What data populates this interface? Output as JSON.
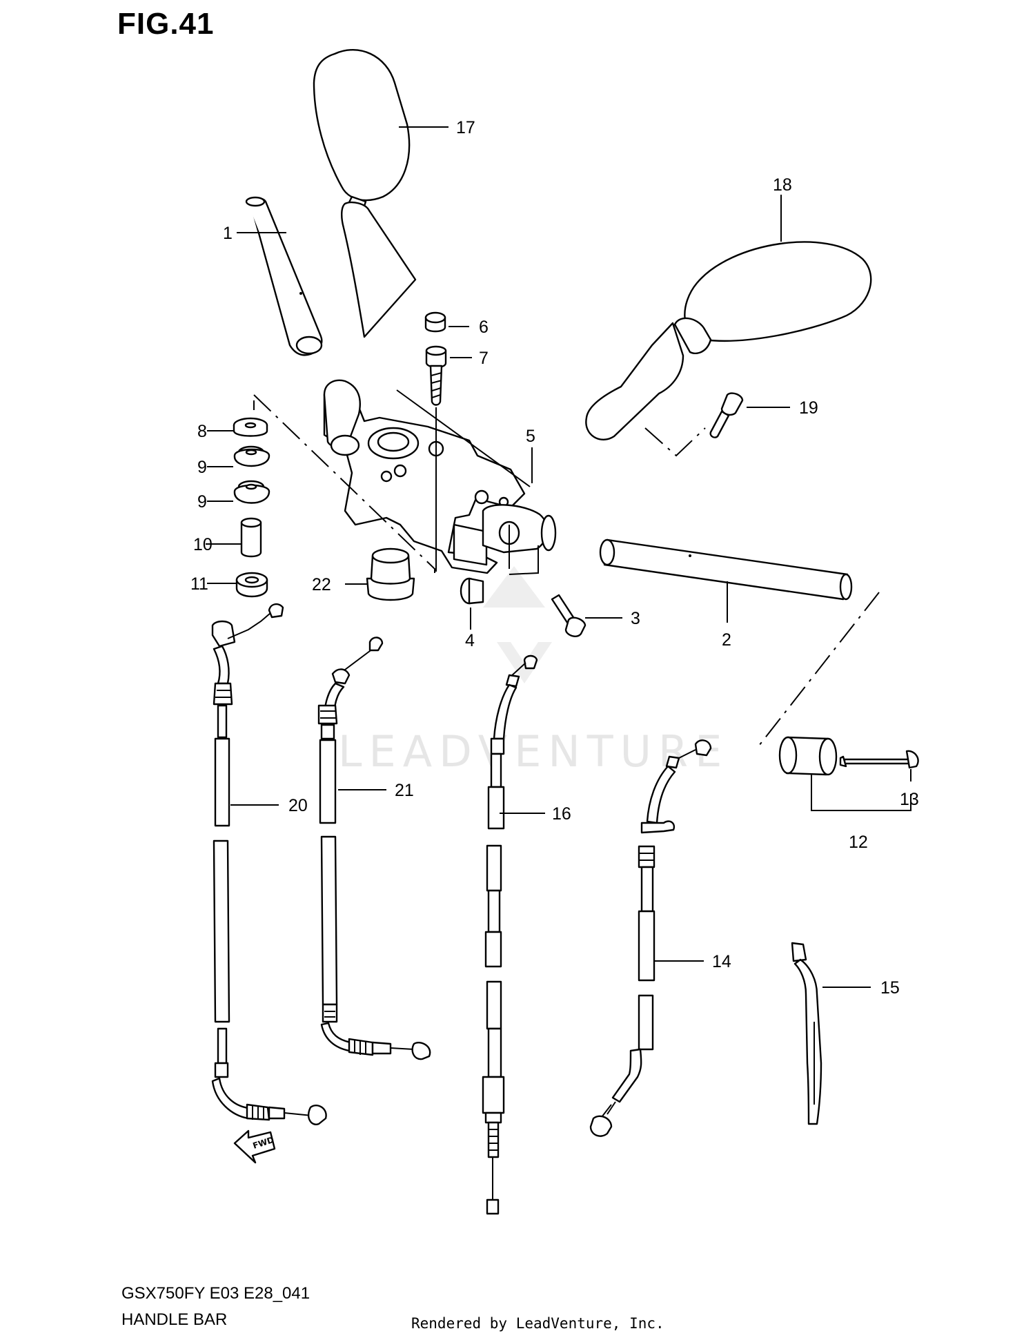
{
  "figure": {
    "title": "FIG.41",
    "model_code": "GSX750FY E03 E28_041",
    "section_title": "HANDLE BAR",
    "render_credit": "Rendered by LeadVenture, Inc.",
    "watermark": "LEADVENTURE",
    "direction_marker": "FWD"
  },
  "callouts": [
    "1",
    "2",
    "3",
    "4",
    "5",
    "6",
    "7",
    "8",
    "9",
    "9",
    "10",
    "11",
    "12",
    "13",
    "14",
    "15",
    "16",
    "17",
    "18",
    "19",
    "20",
    "21",
    "22"
  ]
}
